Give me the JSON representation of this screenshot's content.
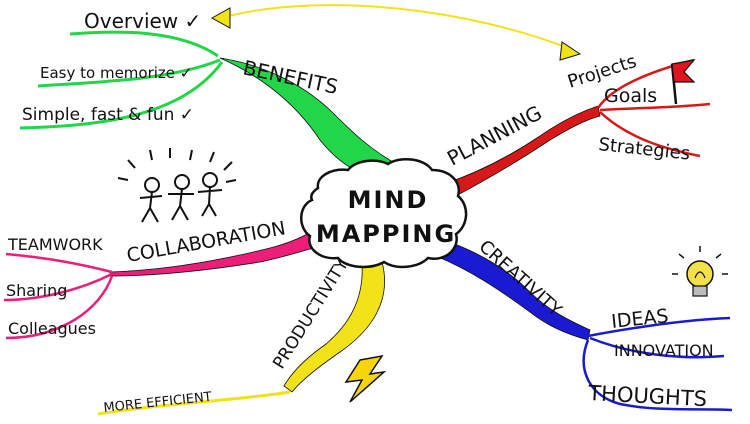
{
  "center": {
    "line1": "MIND",
    "line2": "MAPPING"
  },
  "branches": {
    "benefits": {
      "label": "BENEFITS",
      "color": "#22d64a",
      "items": [
        "Overview ✓",
        "Easy to memorize ✓",
        "Simple, fast & fun ✓"
      ]
    },
    "planning": {
      "label": "PLANNING",
      "color": "#d81818",
      "items": [
        "Projects",
        "Goals",
        "Strategies"
      ]
    },
    "collaboration": {
      "label": "COLLABORATION",
      "color": "#ec1e79",
      "items": [
        "TEAMWORK",
        "Sharing",
        "Colleagues"
      ]
    },
    "creativity": {
      "label": "CREATIVITY",
      "color": "#1a1ad0",
      "items": [
        "IDEAS",
        "INNOVATION",
        "THOUGHTS"
      ]
    },
    "productivity": {
      "label": "PRODUCTIVITY",
      "color": "#f2e21a",
      "items": [
        "MORE EFFICIENT"
      ]
    }
  },
  "icons": {
    "flag": "flag-icon",
    "people": "people-icon",
    "lightbulb": "lightbulb-icon",
    "lightning": "lightning-icon"
  }
}
